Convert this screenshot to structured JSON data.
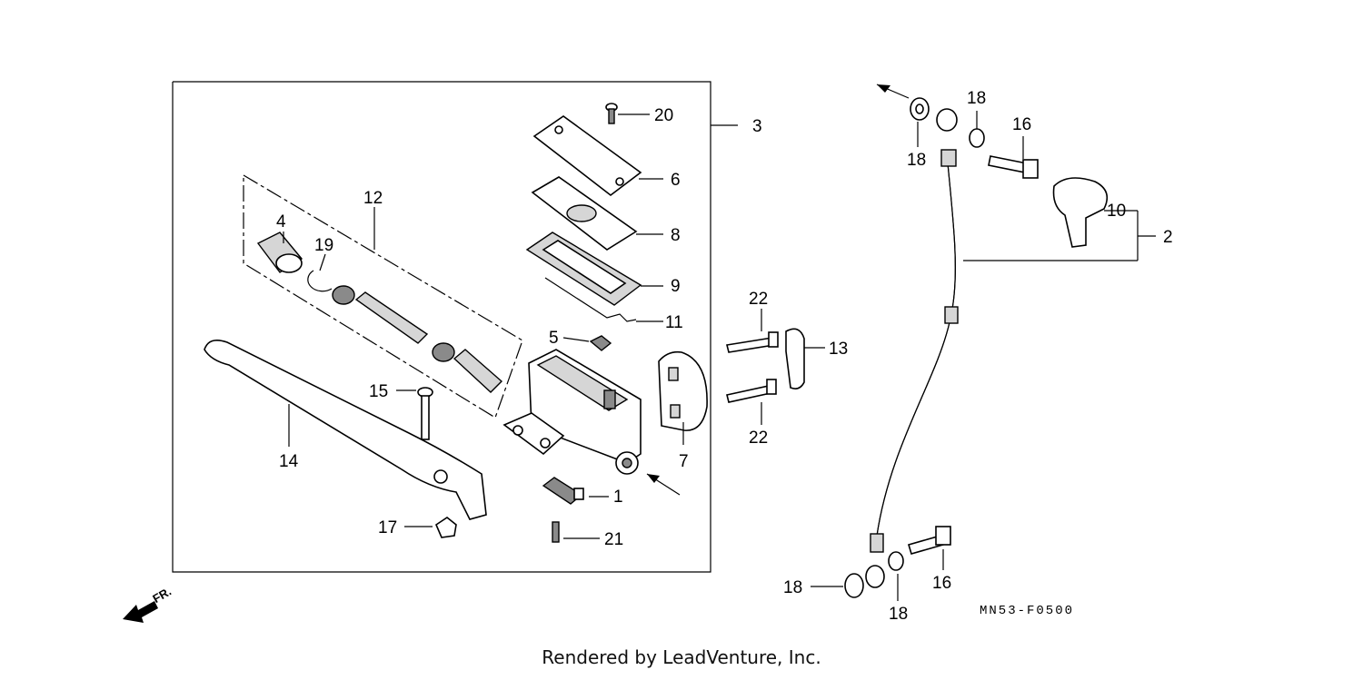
{
  "diagram": {
    "callouts": {
      "c1": "1",
      "c2": "2",
      "c3": "3",
      "c4": "4",
      "c5": "5",
      "c6": "6",
      "c7": "7",
      "c8": "8",
      "c9": "9",
      "c10": "10",
      "c11": "11",
      "c12": "12",
      "c13": "13",
      "c14": "14",
      "c15": "15",
      "c16a": "16",
      "c16b": "16",
      "c17": "17",
      "c18a": "18",
      "c18b": "18",
      "c18c": "18",
      "c18d": "18",
      "c19": "19",
      "c20": "20",
      "c21": "21",
      "c22a": "22",
      "c22b": "22"
    },
    "direction_label": "FR.",
    "diagram_code": "MN53-F0500"
  },
  "footer": {
    "credit": "Rendered by LeadVenture, Inc."
  }
}
